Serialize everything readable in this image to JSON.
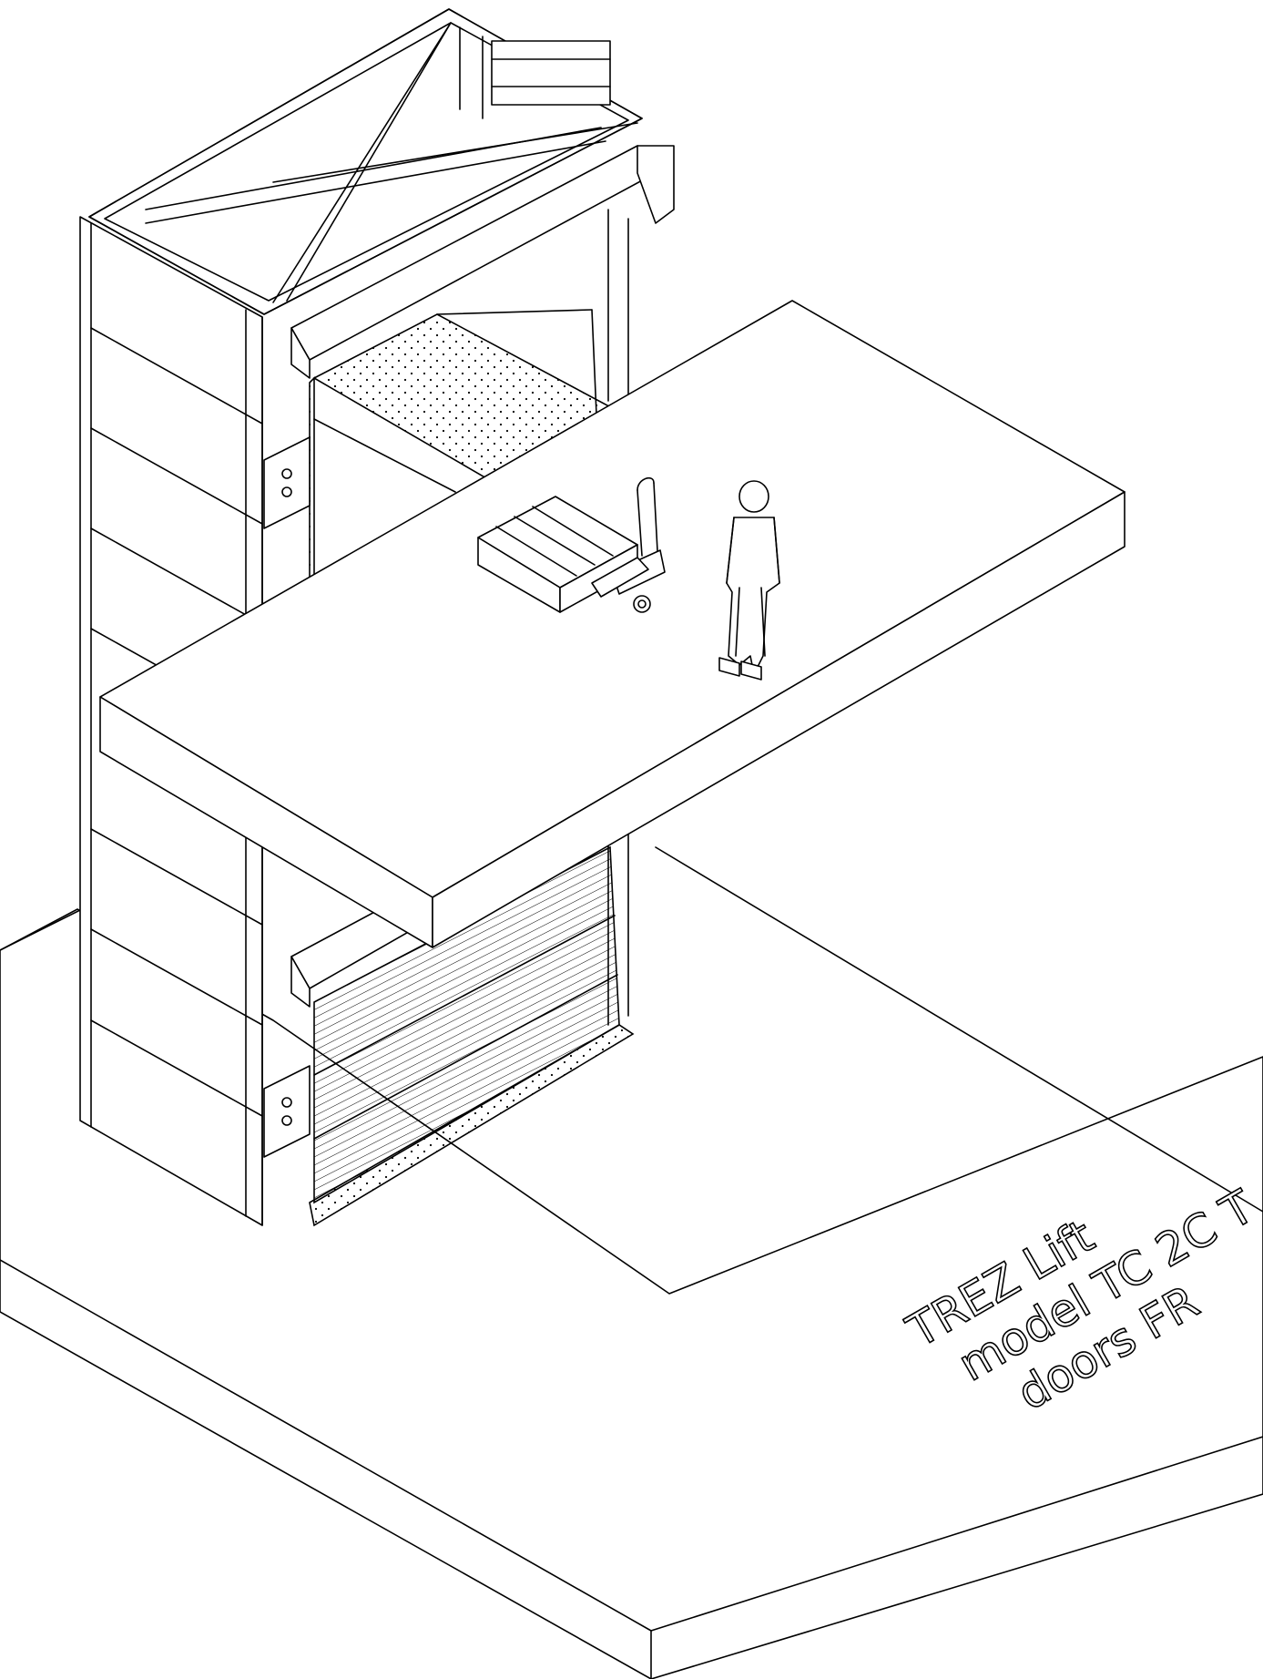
{
  "label": {
    "line1": "TREZ Lift",
    "line2": "model TC 2C T",
    "line3": "doors FR"
  }
}
